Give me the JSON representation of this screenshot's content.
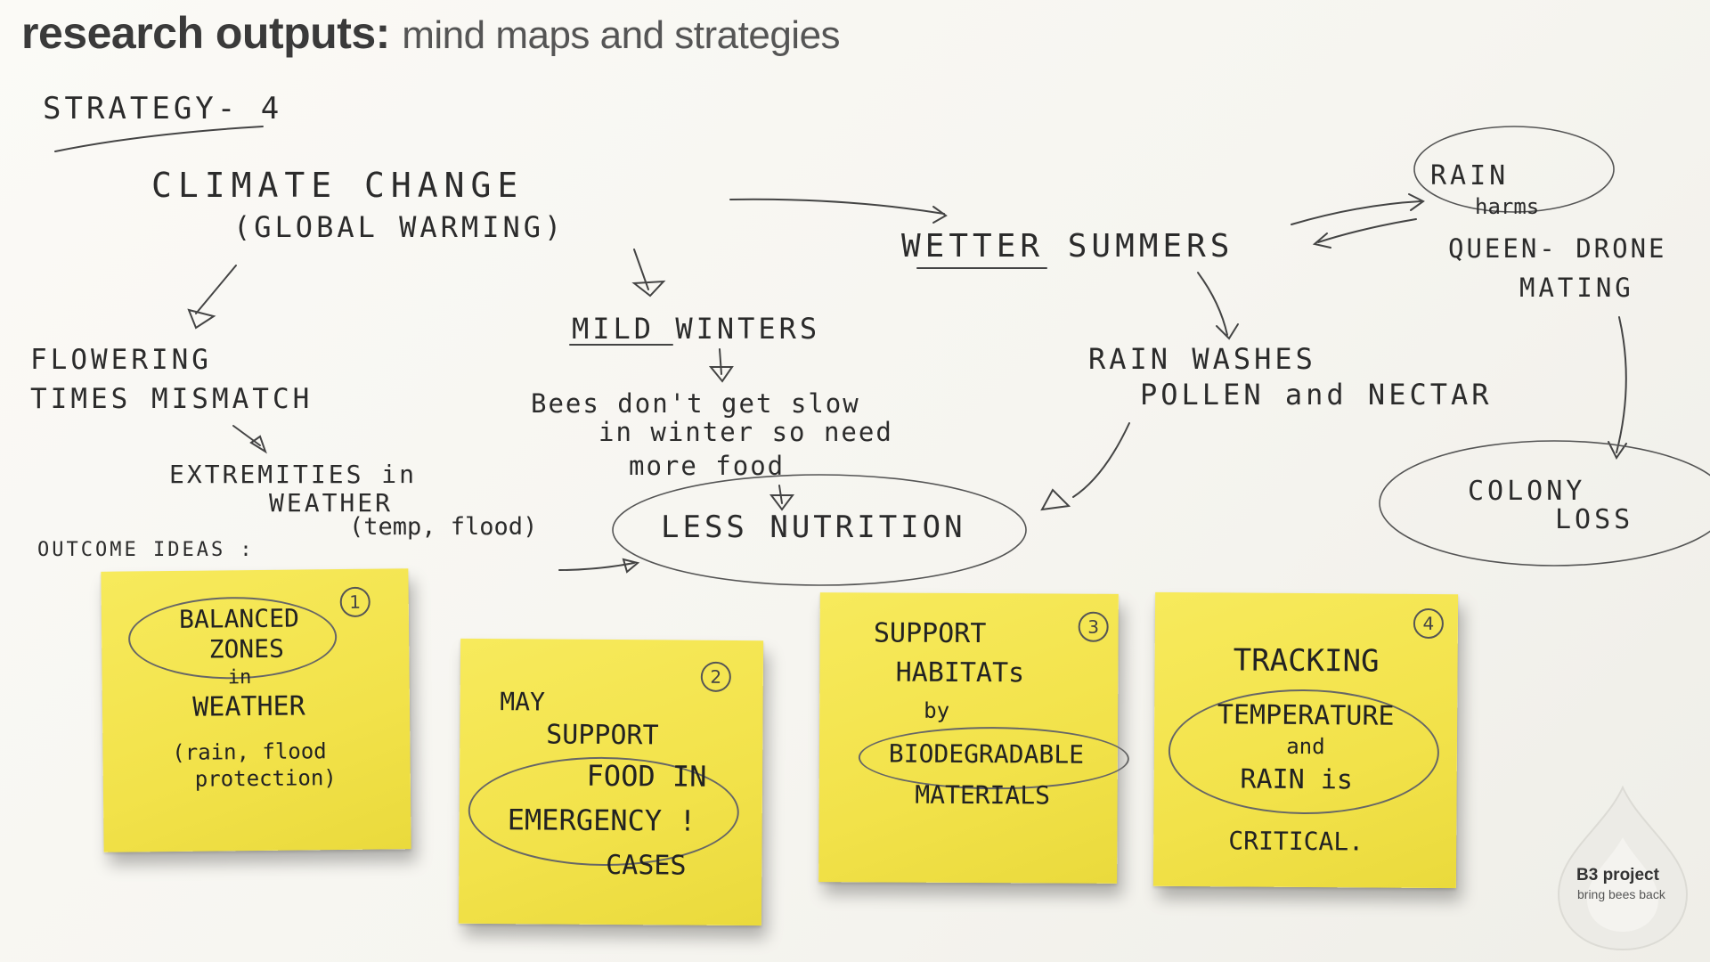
{
  "header": {
    "title_bold": "research outputs:",
    "title_light": "mind maps and strategies"
  },
  "map": {
    "strategy_label": "STRATEGY- 4",
    "climate_change": "CLIMATE CHANGE",
    "global_warming": "(GLOBAL WARMING)",
    "flowering_line1": "FLOWERING",
    "flowering_line2": "TIMES MISMATCH",
    "extremities_line1": "EXTREMITIES in",
    "extremities_line2": "WEATHER",
    "extremities_line3": "(temp, flood)",
    "mild_winters": "MILD WINTERS",
    "bees_line1": "Bees don't get slow",
    "bees_line2": "in winter so need",
    "bees_line3": "more food",
    "less_nutrition": "LESS NUTRITION",
    "wetter_summers": "WETTER SUMMERS",
    "rain": "RAIN",
    "harms": "harms",
    "queen_drone": "QUEEN- DRONE",
    "mating": "MATING",
    "rain_washes": "RAIN WASHES",
    "pollen_nectar": "POLLEN and NECTAR",
    "colony": "COLONY",
    "loss": "LOSS",
    "outcome_ideas": "OUTCOME IDEAS :"
  },
  "notes": [
    {
      "number": "1",
      "lines": [
        "BALANCED",
        "ZONES",
        "in",
        "WEATHER",
        "(rain, flood",
        "protection)"
      ]
    },
    {
      "number": "2",
      "lines": [
        "MAY",
        "SUPPORT",
        "FOOD in",
        "EMERGENCY !",
        "CASES"
      ]
    },
    {
      "number": "3",
      "lines": [
        "SUPPORT",
        "HABITATs",
        "by",
        "BIODEGRADABLE",
        "MATERIALS"
      ]
    },
    {
      "number": "4",
      "lines": [
        "TRACKING",
        "TEMPERATURE",
        "and",
        "RAIN is",
        "CRITICAL."
      ]
    }
  ],
  "logo": {
    "title": "B3 project",
    "subtitle": "bring bees back"
  },
  "colors": {
    "note_yellow": "#f2e24a",
    "ink": "#2b2b2b",
    "background": "#f7f6f1"
  }
}
